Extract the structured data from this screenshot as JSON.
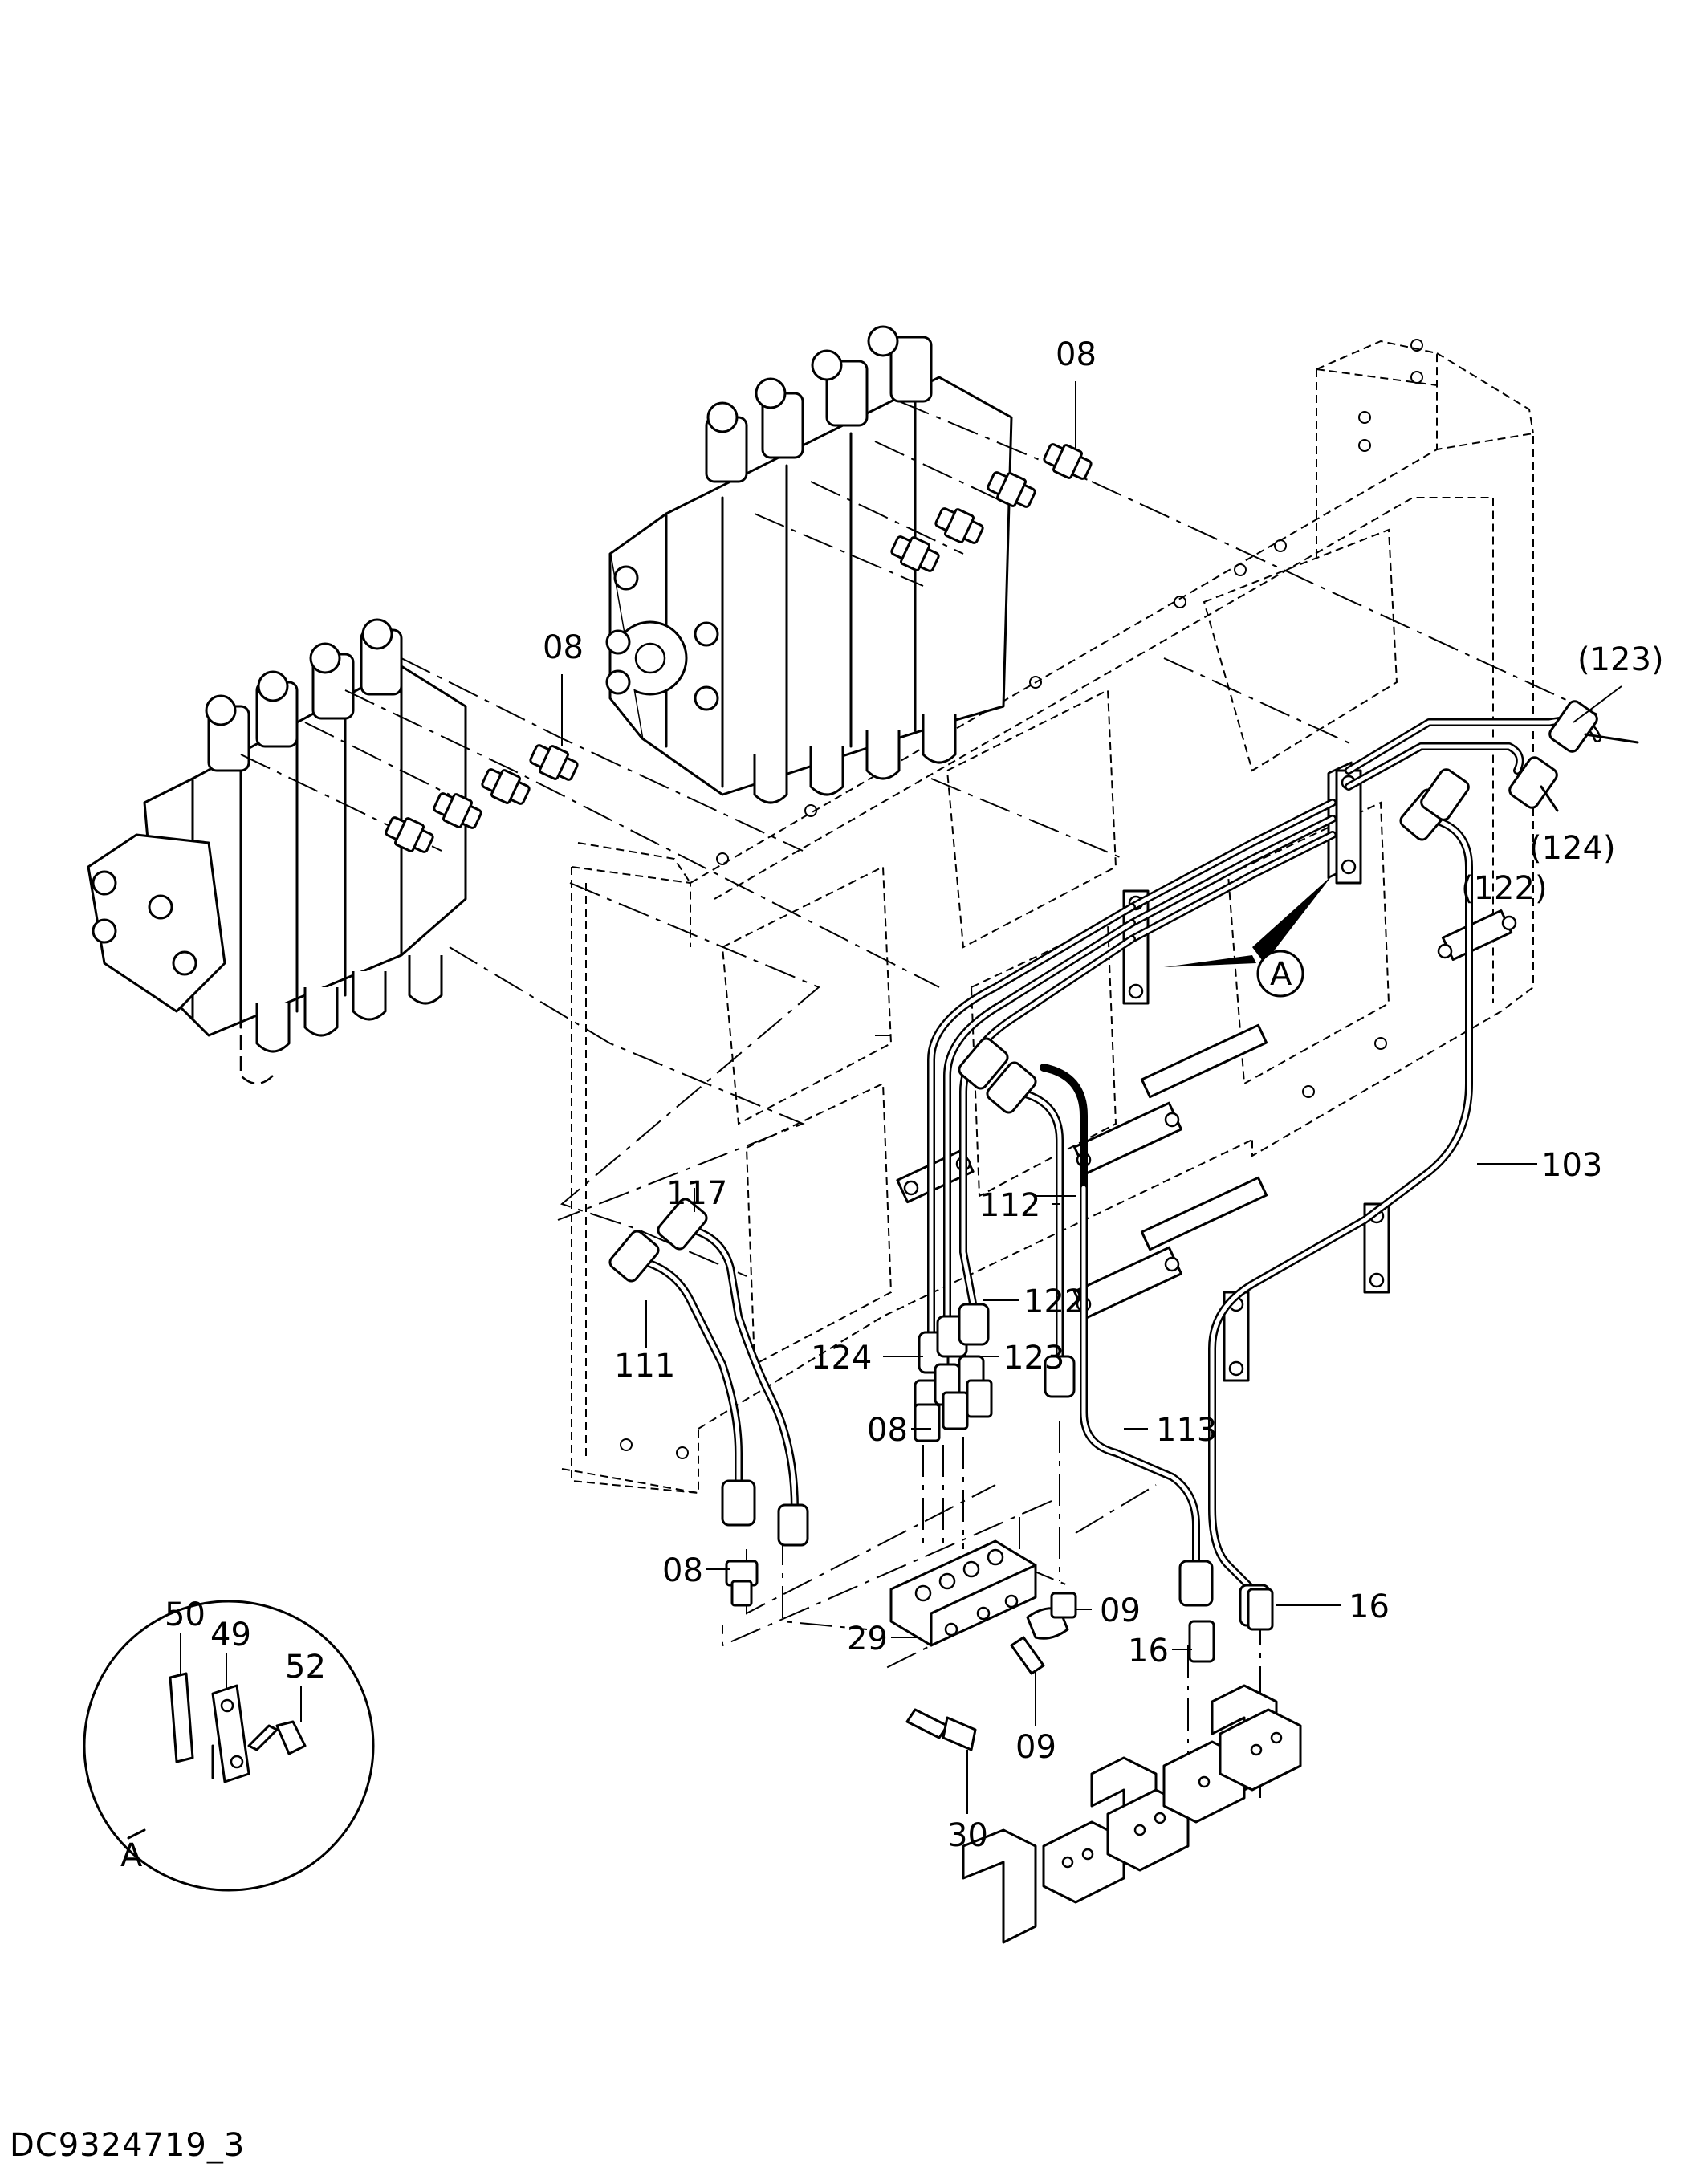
{
  "drawing_id": "DC9324719_3",
  "callouts": {
    "c08_top": "08",
    "c08_left": "08",
    "c123p": "(123)",
    "c124p": "(124)",
    "c122p": "(122)",
    "cA_view": "A",
    "c103": "103",
    "c117": "117",
    "c112": "112",
    "c122": "122",
    "c111": "111",
    "c124": "124",
    "c123": "123",
    "c08_mid": "08",
    "c113": "113",
    "c08_low": "08",
    "c09_right": "09",
    "c16_right": "16",
    "c29": "29",
    "c16_mid": "16",
    "c09_low": "09",
    "c30": "30",
    "c50": "50",
    "c49": "49",
    "c52": "52",
    "cA_detail": "A"
  }
}
